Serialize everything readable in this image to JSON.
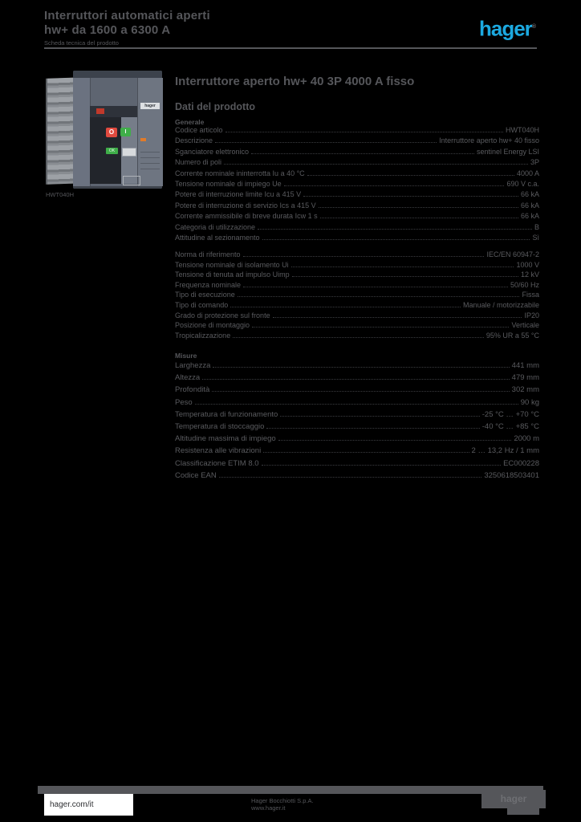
{
  "header": {
    "line1": "Interruttori automatici aperti",
    "line2": "hw+ da 1600 a 6300 A",
    "tagline": "Scheda tecnica del prodotto",
    "logo_text": "hager",
    "logo_mark": "®",
    "logo_color": "#1ca9e0"
  },
  "product": {
    "photo_caption": "HWT040H",
    "title": "Interruttore aperto hw+ 40 3P 4000 A fisso",
    "subtitle": "Dati del prodotto",
    "breaker": {
      "brand_label": "hager",
      "off_button": "O",
      "on_button": "I",
      "ready_label": "OK"
    }
  },
  "sections": [
    {
      "heading": "Generale",
      "rows": [
        {
          "label": "Codice articolo",
          "value": "HWT040H"
        },
        {
          "label": "Descrizione",
          "value": "Interruttore aperto hw+ 40 fisso"
        },
        {
          "label": "Sganciatore elettronico",
          "value": "sentinel Energy LSI"
        },
        {
          "label": "Numero di poli",
          "value": "3P"
        },
        {
          "label": "Corrente nominale ininterrotta Iu a 40 °C",
          "value": "4000 A"
        },
        {
          "label": "Tensione nominale di impiego Ue",
          "value": "690 V c.a."
        },
        {
          "label": "Potere di interruzione limite Icu a 415 V",
          "value": "66 kA"
        },
        {
          "label": "Potere di interruzione di servizio Ics a 415 V",
          "value": "66 kA"
        },
        {
          "label": "Corrente ammissibile di breve durata Icw 1 s",
          "value": "66 kA"
        },
        {
          "label": "Categoria di utilizzazione",
          "value": "B"
        },
        {
          "label": "Attitudine al sezionamento",
          "value": "Sì"
        }
      ]
    },
    {
      "heading": "",
      "rows": [
        {
          "label": "Norma di riferimento",
          "value": "IEC/EN 60947-2"
        },
        {
          "label": "Tensione nominale di isolamento Ui",
          "value": "1000 V"
        },
        {
          "label": "Tensione di tenuta ad impulso Uimp",
          "value": "12 kV"
        },
        {
          "label": "Frequenza nominale",
          "value": "50/60 Hz"
        },
        {
          "label": "Tipo di esecuzione",
          "value": "Fissa"
        },
        {
          "label": "Tipo di comando",
          "value": "Manuale / motorizzabile"
        },
        {
          "label": "Grado di protezione sul fronte",
          "value": "IP20"
        },
        {
          "label": "Posizione di montaggio",
          "value": "Verticale"
        },
        {
          "label": "Tropicalizzazione",
          "value": "95% UR a 55 °C"
        }
      ]
    },
    {
      "heading": "Misure",
      "rows": [
        {
          "label": "Larghezza",
          "value": "441 mm"
        },
        {
          "label": "Altezza",
          "value": "479 mm"
        },
        {
          "label": "Profondità",
          "value": "302 mm"
        },
        {
          "label": "Peso",
          "value": "90 kg"
        },
        {
          "label": "Temperatura di funzionamento",
          "value": "-25 °C … +70 °C"
        },
        {
          "label": "Temperatura di stoccaggio",
          "value": "-40 °C … +85 °C"
        },
        {
          "label": "Altitudine massima di impiego",
          "value": "2000 m"
        },
        {
          "label": "Resistenza alle vibrazioni",
          "value": "2 … 13,2 Hz / 1 mm"
        },
        {
          "label": "Classificazione ETIM 8.0",
          "value": "EC000228"
        },
        {
          "label": "Codice EAN",
          "value": "3250618503401"
        }
      ]
    }
  ],
  "footer": {
    "website": "hager.com/it",
    "company_line1": "Hager Bocchiotti S.p.A.",
    "company_line2": "www.hager.it",
    "logo_text": "hager"
  }
}
